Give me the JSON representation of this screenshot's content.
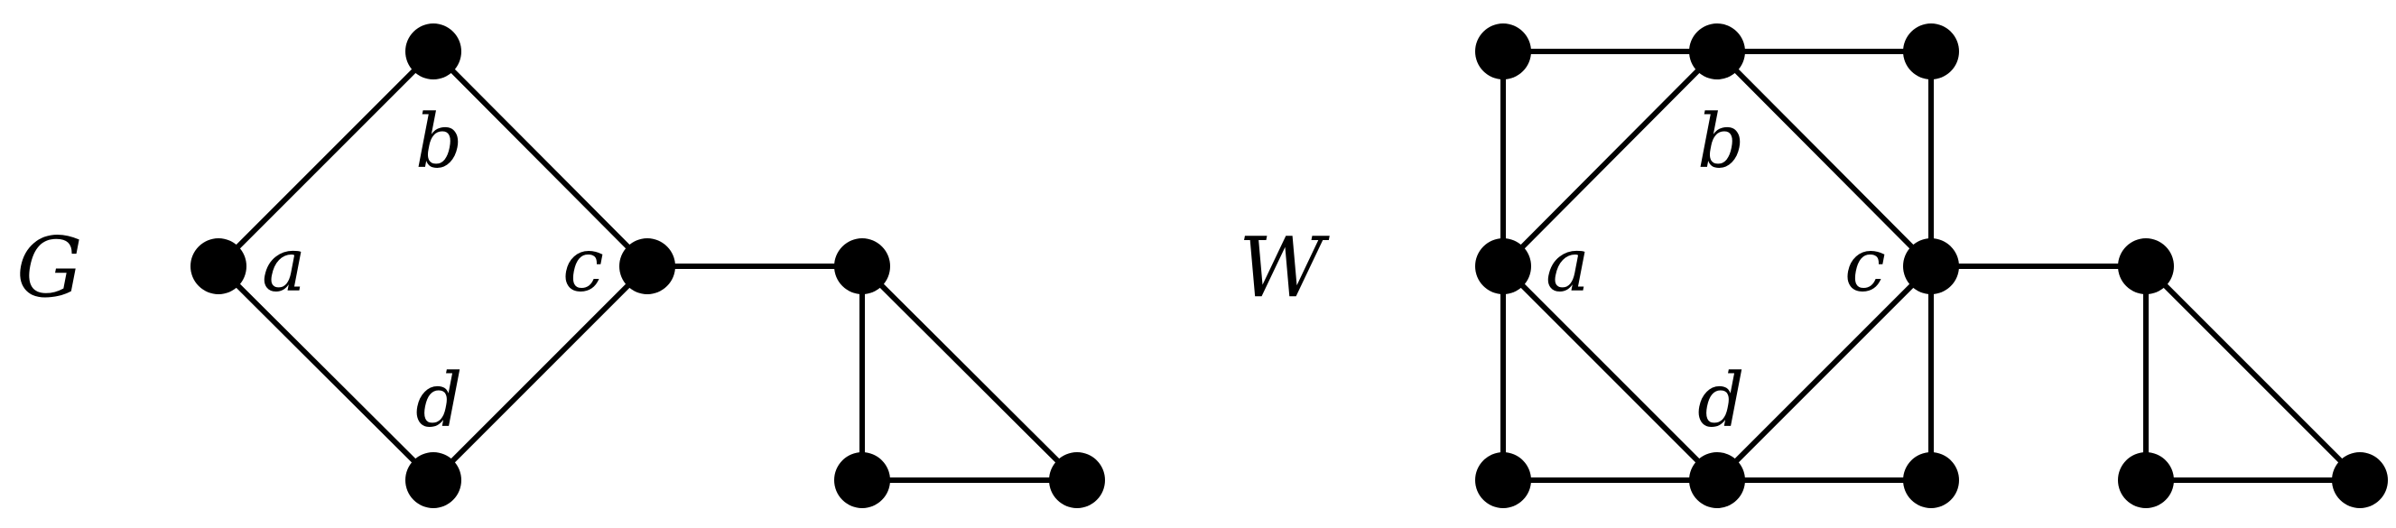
{
  "graphs": [
    {
      "id": "G",
      "label": "G",
      "vertex_labels": {
        "a": "a",
        "b": "b",
        "c": "c",
        "d": "d"
      },
      "vertices": [
        "a",
        "b",
        "c",
        "d",
        "e",
        "f",
        "g"
      ],
      "edges": [
        [
          "a",
          "b"
        ],
        [
          "b",
          "c"
        ],
        [
          "a",
          "d"
        ],
        [
          "d",
          "c"
        ],
        [
          "c",
          "e"
        ],
        [
          "e",
          "f"
        ],
        [
          "e",
          "g"
        ],
        [
          "f",
          "g"
        ]
      ]
    },
    {
      "id": "W",
      "label": "W",
      "vertex_labels": {
        "a": "a",
        "b": "b",
        "c": "c",
        "d": "d"
      },
      "vertices": [
        "tl",
        "b",
        "tr",
        "a",
        "c",
        "bl",
        "d",
        "br",
        "e",
        "f",
        "g"
      ],
      "edges": [
        [
          "tl",
          "b"
        ],
        [
          "b",
          "tr"
        ],
        [
          "tl",
          "a"
        ],
        [
          "tr",
          "c"
        ],
        [
          "a",
          "b"
        ],
        [
          "b",
          "c"
        ],
        [
          "a",
          "d"
        ],
        [
          "d",
          "c"
        ],
        [
          "a",
          "bl"
        ],
        [
          "c",
          "br"
        ],
        [
          "bl",
          "d"
        ],
        [
          "d",
          "br"
        ],
        [
          "c",
          "e"
        ],
        [
          "e",
          "f"
        ],
        [
          "e",
          "g"
        ],
        [
          "f",
          "g"
        ]
      ]
    }
  ],
  "colors": {
    "stroke": "#000000",
    "node": "#000000",
    "background": "#ffffff"
  }
}
